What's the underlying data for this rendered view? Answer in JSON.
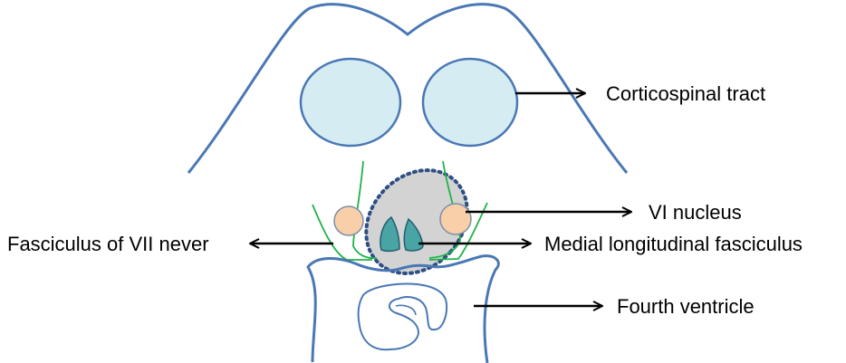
{
  "labels": {
    "corticospinal": "Corticospinal tract",
    "vi_nucleus": "VI nucleus",
    "fasciculus_vii": "Fasciculus of VII never",
    "mlf": "Medial longitudinal fasciculus",
    "fourth_ventricle": "Fourth ventricle"
  },
  "colors": {
    "outline": "#4a78b5",
    "tract_fill": "#d6ecf3",
    "nucleus_fill": "#f8cfa8",
    "nucleus_stroke": "#7b8fa6",
    "fiber": "#21b24b",
    "mlf_fill": "#4aa3a4",
    "mlf_stroke": "#1f5f6f",
    "region_fill": "#d3d3d3",
    "region_stroke": "#2e4f84",
    "arrow": "#000000"
  }
}
